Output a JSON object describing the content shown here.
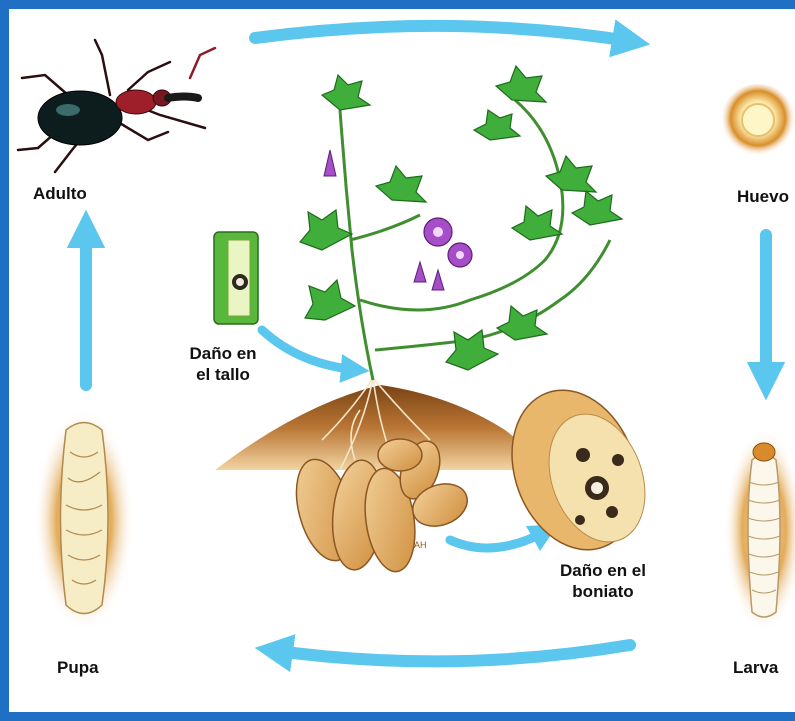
{
  "labels": {
    "adult": "Adulto",
    "egg": "Huevo",
    "larva": "Larva",
    "pupa": "Pupa",
    "stem_damage_line1": "Daño en",
    "stem_damage_line2": "el tallo",
    "root_damage_line1": "Daño en el",
    "root_damage_line2": "boniato"
  },
  "colors": {
    "frame": "#1f6fc4",
    "arrow": "#5bc6ee",
    "leaf": "#3fae3a",
    "flower": "#a64ec7",
    "soil": "#a3672c",
    "tuber": "#e5b46a",
    "weevil_body": "#0d1c1c",
    "weevil_thorax": "#9e1f2a"
  },
  "artist_mark": "AH"
}
